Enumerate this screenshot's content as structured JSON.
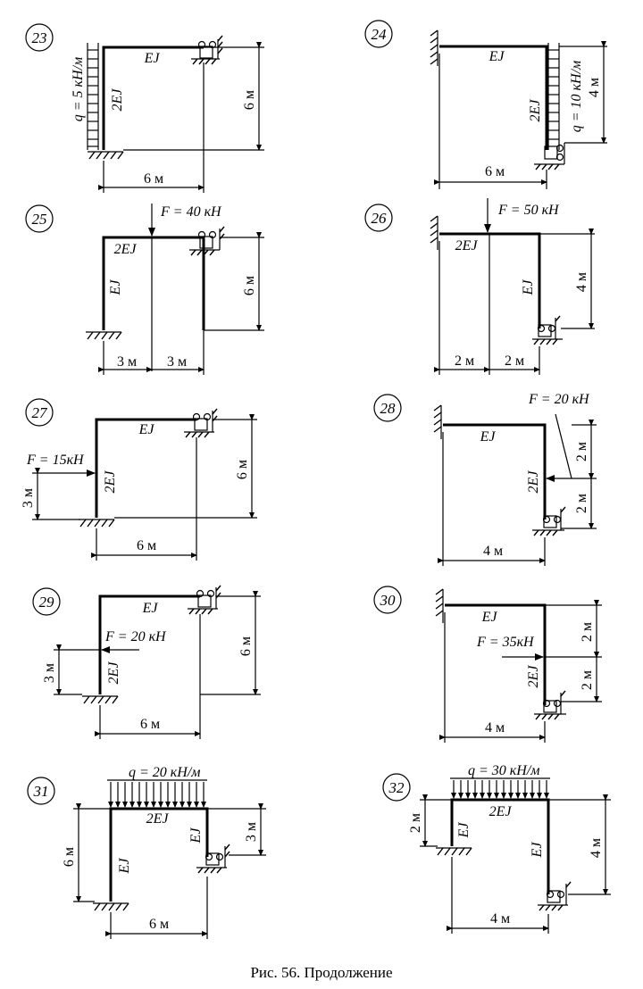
{
  "caption": "Рис. 56. Продолжение",
  "problems": [
    {
      "id": "23",
      "labels": {
        "ej": "EJ",
        "ej2": "2EJ",
        "q": "q = 5 кН/м",
        "dimW": "6 м",
        "dimH": "6 м"
      }
    },
    {
      "id": "24",
      "labels": {
        "ej": "EJ",
        "ej2": "2EJ",
        "q": "q = 10 кН/м",
        "dimW": "6 м",
        "dimH": "4 м"
      }
    },
    {
      "id": "25",
      "labels": {
        "f": "F = 40 кН",
        "ej2": "2EJ",
        "ej": "EJ",
        "dimA": "3 м",
        "dimB": "3 м",
        "dimH": "6 м"
      }
    },
    {
      "id": "26",
      "labels": {
        "f": "F = 50 кН",
        "ej2": "2EJ",
        "ej": "EJ",
        "dimA": "2 м",
        "dimB": "2 м",
        "dimH": "4 м"
      }
    },
    {
      "id": "27",
      "labels": {
        "f": "F = 15кН",
        "ej": "EJ",
        "ej2": "2EJ",
        "dimV": "3 м",
        "dimW": "6 м",
        "dimH": "6 м"
      }
    },
    {
      "id": "28",
      "labels": {
        "f": "F = 20 кН",
        "ej": "EJ",
        "ej2": "2EJ",
        "dimA": "2 м",
        "dimB": "2 м",
        "dimW": "4 м"
      }
    },
    {
      "id": "29",
      "labels": {
        "f": "F = 20 кН",
        "ej": "EJ",
        "ej2": "2EJ",
        "dimV": "3 м",
        "dimW": "6 м",
        "dimH": "6 м"
      }
    },
    {
      "id": "30",
      "labels": {
        "f": "F = 35кН",
        "ej": "EJ",
        "ej2": "2EJ",
        "dimA": "2 м",
        "dimB": "2 м",
        "dimW": "4 м"
      }
    },
    {
      "id": "31",
      "labels": {
        "q": "q = 20 кН/м",
        "ej2": "2EJ",
        "ejL": "EJ",
        "ejR": "EJ",
        "dimH": "6 м",
        "dimR": "3 м",
        "dimW": "6 м"
      }
    },
    {
      "id": "32",
      "labels": {
        "q": "q = 30 кН/м",
        "ej2": "2EJ",
        "ejL": "EJ",
        "ejR": "EJ",
        "dimL": "2 м",
        "dimR": "4 м",
        "dimW": "4 м"
      }
    }
  ]
}
